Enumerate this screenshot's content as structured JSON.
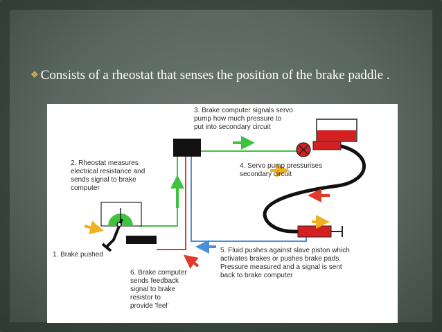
{
  "slide": {
    "bullet_text": "Consists of a rheostat that senses the position of the brake paddle ."
  },
  "diagram": {
    "labels": [
      {
        "id": "label-3",
        "lines": [
          "3. Brake computer signals servo",
          "pump how much pressure to",
          "put into secondary circuit"
        ]
      },
      {
        "id": "label-2",
        "lines": [
          "2. Rheostat measures",
          "electrical resistance and",
          "sends signal to brake",
          "computer"
        ]
      },
      {
        "id": "label-4",
        "lines": [
          "4. Servo pump pressurises",
          "secondary circuit"
        ]
      },
      {
        "id": "label-1",
        "lines": [
          "1. Brake pushed"
        ]
      },
      {
        "id": "label-5",
        "lines": [
          "5. Fluid pushes against slave piston which",
          "activates brakes or pushes brake pads.",
          "Pressure measured and a signal is sent",
          "back to brake computer"
        ]
      },
      {
        "id": "label-6",
        "lines": [
          "6. Brake computer",
          "sends feedback",
          "signal to brake",
          "resistor to",
          "provide 'feel'"
        ]
      }
    ],
    "colors": {
      "signal_green": "#3fc23f",
      "wire_red": "#e03a2a",
      "wire_blue": "#4a90d8",
      "arrow_yellow": "#f0b020",
      "pump_red": "#d42020",
      "block_black": "#111111"
    }
  }
}
